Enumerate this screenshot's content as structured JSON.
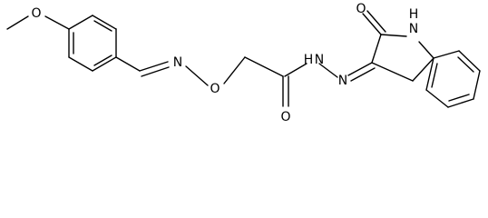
{
  "structure": {
    "atom_labels": {
      "methoxy_o": "O",
      "oxime_n": "N",
      "ether_o": "O",
      "carbonyl_o": "O",
      "hydrazide_nh": "H",
      "hydrazide_n": "N",
      "azine_n": "N",
      "indole_nh": "H",
      "indole_n": "N",
      "lactam_o": "O"
    }
  }
}
